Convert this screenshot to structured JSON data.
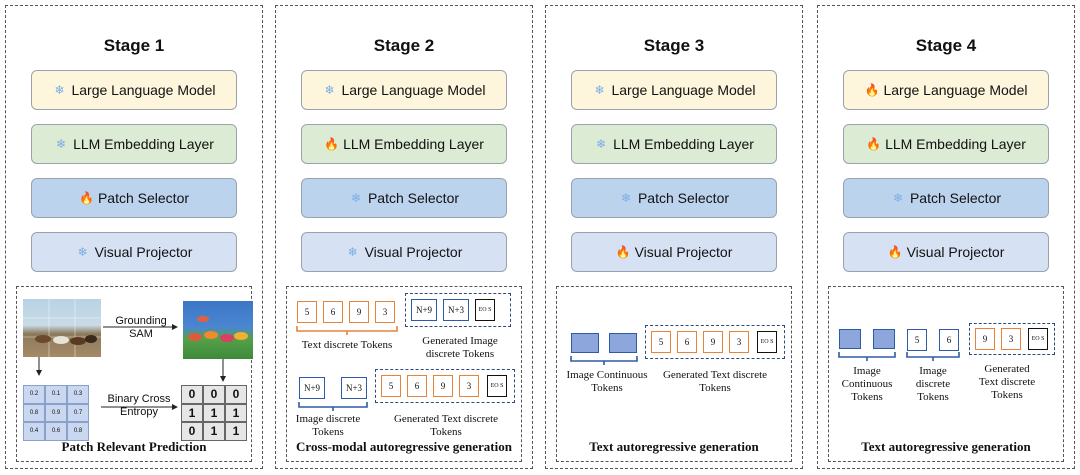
{
  "stages": [
    {
      "title": "Stage 1",
      "llm": "Large Language Model",
      "llm_icon": "snowflake-icon",
      "emb": "LLM Embedding Layer",
      "emb_icon": "snowflake-icon",
      "ps": "Patch Selector",
      "ps_icon": "fire-icon",
      "vp": "Visual Projector",
      "vp_icon": "snowflake-icon",
      "caption": "Patch Relevant Prediction"
    },
    {
      "title": "Stage 2",
      "llm": "Large Language Model",
      "llm_icon": "snowflake-icon",
      "emb": "LLM Embedding Layer",
      "emb_icon": "fire-icon",
      "ps": "Patch Selector",
      "ps_icon": "snowflake-icon",
      "vp": "Visual Projector",
      "vp_icon": "snowflake-icon",
      "caption": "Cross-modal autoregressive generation"
    },
    {
      "title": "Stage 3",
      "llm": "Large Language Model",
      "llm_icon": "snowflake-icon",
      "emb": "LLM Embedding Layer",
      "emb_icon": "snowflake-icon",
      "ps": "Patch Selector",
      "ps_icon": "snowflake-icon",
      "vp": "Visual Projector",
      "vp_icon": "fire-icon",
      "caption": "Text autoregressive generation"
    },
    {
      "title": "Stage 4",
      "llm": "Large Language Model",
      "llm_icon": "fire-icon",
      "emb": "LLM Embedding Layer",
      "emb_icon": "fire-icon",
      "ps": "Patch Selector",
      "ps_icon": "snowflake-icon",
      "vp": "Visual Projector",
      "vp_icon": "fire-icon",
      "caption": "Text autoregressive generation"
    }
  ],
  "s1": {
    "grounding_label": "Grounding SAM",
    "bce_label": "Binary Cross Entropy",
    "score_grid": [
      "0.2",
      "0.1",
      "0.3",
      "0.8",
      "0.9",
      "0.7",
      "0.4",
      "0.6",
      "0.8"
    ],
    "binary_grid": [
      "0",
      "0",
      "0",
      "1",
      "1",
      "1",
      "0",
      "1",
      "1"
    ]
  },
  "s2": {
    "text_tokens": [
      "5",
      "6",
      "9",
      "3"
    ],
    "gen_img_tokens": [
      "N+9",
      "N+3"
    ],
    "eos": "EO S",
    "text_discrete_label": "Text discrete Tokens",
    "gen_image_label": "Generated Image discrete Tokens",
    "img_tokens": [
      "N+9",
      "N+3"
    ],
    "gen_text_tokens": [
      "5",
      "6",
      "9",
      "3"
    ],
    "image_discrete_label": "Image discrete Tokens",
    "gen_text_label": "Generated Text discrete Tokens"
  },
  "s3": {
    "gen_text_tokens": [
      "5",
      "6",
      "9",
      "3"
    ],
    "eos": "EO S",
    "img_cont_label": "Image Continuous Tokens",
    "gen_text_label": "Generated Text discrete Tokens"
  },
  "s4": {
    "img_tokens": [
      "5",
      "6"
    ],
    "gen_text_tokens": [
      "9",
      "3"
    ],
    "eos": "EO S",
    "img_cont_label": "Image Continuous Tokens",
    "img_disc_label": "Image discrete Tokens",
    "gen_text_label": "Generated Text discrete Tokens"
  },
  "colors": {
    "llm": "#fdf6dc",
    "emb": "#dcebd4",
    "ps": "#bcd3ee",
    "vp": "#d6e2f4",
    "orange": "#e8843a",
    "blue": "#2f5aa8"
  }
}
